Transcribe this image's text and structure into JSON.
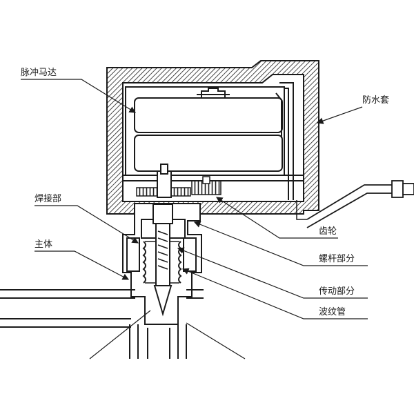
{
  "labels": {
    "pulse_motor": "脉冲马达",
    "waterproof_cover": "防水套",
    "welded_part": "焊接部",
    "gear": "齿轮",
    "main_body": "主体",
    "screw_part": "螺杆部分",
    "transmission_part": "传动部分",
    "bellows": "波纹管"
  },
  "colors": {
    "line": "#1a1a1a",
    "hatch": "#1a1a1a",
    "background": "#ffffff"
  }
}
